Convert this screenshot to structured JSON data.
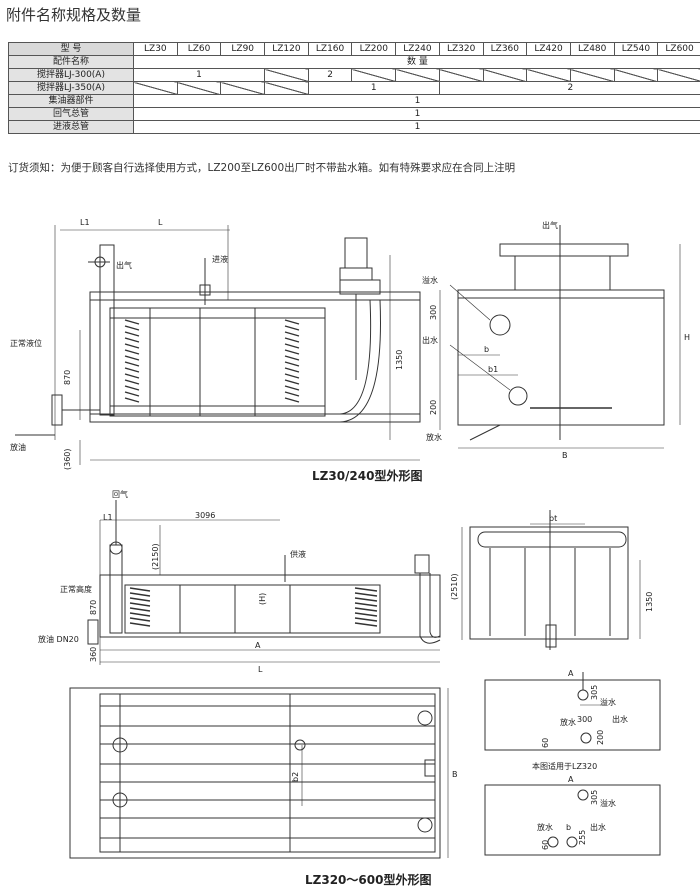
{
  "title": "附件名称规格及数量",
  "table": {
    "model_label": "型 号",
    "models": [
      "LZ30",
      "LZ60",
      "LZ90",
      "LZ120",
      "LZ160",
      "LZ200",
      "LZ240",
      "LZ320",
      "LZ360",
      "LZ420",
      "LZ480",
      "LZ540",
      "LZ600"
    ],
    "part_label": "配件名称",
    "qty_label": "数 量",
    "rows": [
      {
        "name": "搅拌器LJ-300(A)",
        "v1": "1",
        "v2": "2"
      },
      {
        "name": "搅拌器LJ-350(A)",
        "v1": "1",
        "v2": "2"
      },
      {
        "name": "集油器部件",
        "v": "1"
      },
      {
        "name": "回气总管",
        "v": "1"
      },
      {
        "name": "进液总管",
        "v": "1"
      }
    ]
  },
  "note": "订货须知：为便于顾客自行选择使用方式，LZ200至LZ600出厂时不带盐水箱。如有特殊要求应在合同上注明",
  "drawing1": {
    "caption": "LZ30/240型外形图",
    "labels": {
      "L1": "L1",
      "L": "L",
      "outgas": "出气",
      "inlet": "进液",
      "level": "正常液位",
      "oil": "放油",
      "overflow": "溢水",
      "outlet": "出水",
      "drain": "放水",
      "b": "b",
      "b1": "b1",
      "B": "B",
      "H": "H"
    },
    "dims": {
      "d870": "870",
      "d360": "(360)",
      "d1350": "1350",
      "d300": "300",
      "d200": "200"
    }
  },
  "drawing2": {
    "caption": "LZ320～600型外形图",
    "labels": {
      "L1": "L1",
      "back": "回气",
      "supply": "供液",
      "level": "正常高度",
      "oil": "放油 DN20",
      "A": "A",
      "L": "L",
      "H": "(H)",
      "bt": "bt",
      "B": "B",
      "b2": "b2",
      "overflow": "溢水",
      "outlet": "出水",
      "drain": "放水",
      "applies": "本图适用于LZ320",
      "b": "b"
    },
    "dims": {
      "d3096": "3096",
      "d2150": "(2150)",
      "d870": "870",
      "d360": "360",
      "d2510": "(2510)",
      "d1350": "1350",
      "d305": "305",
      "d300": "300",
      "d200": "200",
      "d60": "60",
      "d255": "255"
    }
  }
}
